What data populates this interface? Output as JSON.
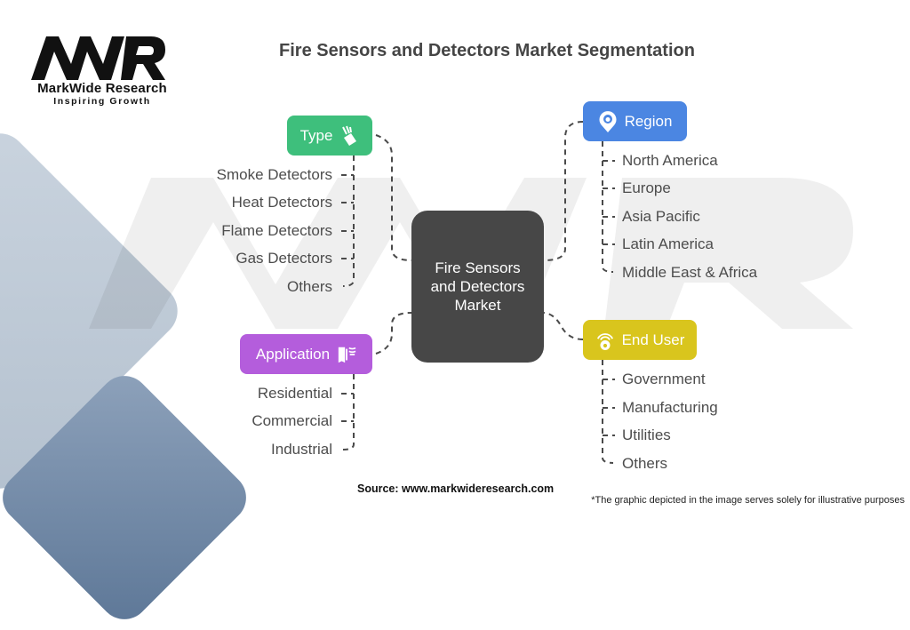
{
  "logo": {
    "mark": "MWR",
    "name": "MarkWide Research",
    "tagline": "Inspiring Growth"
  },
  "title": "Fire Sensors and Detectors Market Segmentation",
  "center": {
    "label": "Fire Sensors and Detectors Market",
    "color": "#474747"
  },
  "segments": {
    "type": {
      "label": "Type",
      "color": "#3ebf7c",
      "icon": "fire-extinguisher-spray-icon",
      "items": [
        "Smoke Detectors",
        "Heat Detectors",
        "Flame Detectors",
        "Gas Detectors",
        "Others"
      ]
    },
    "region": {
      "label": "Region",
      "color": "#4b86e2",
      "icon": "location-pin-icon",
      "items": [
        "North America",
        "Europe",
        "Asia Pacific",
        "Latin America",
        "Middle East & Africa"
      ]
    },
    "application": {
      "label": "Application",
      "color": "#b45ddc",
      "icon": "door-sensor-icon",
      "items": [
        "Residential",
        "Commercial",
        "Industrial"
      ]
    },
    "end_user": {
      "label": "End User",
      "color": "#d9c51d",
      "icon": "wireless-alarm-icon",
      "items": [
        "Government",
        "Manufacturing",
        "Utilities",
        "Others"
      ]
    }
  },
  "footer": {
    "source": "Source: www.markwideresearch.com",
    "disclaimer": "*The graphic depicted in the image serves solely for illustrative purposes"
  }
}
